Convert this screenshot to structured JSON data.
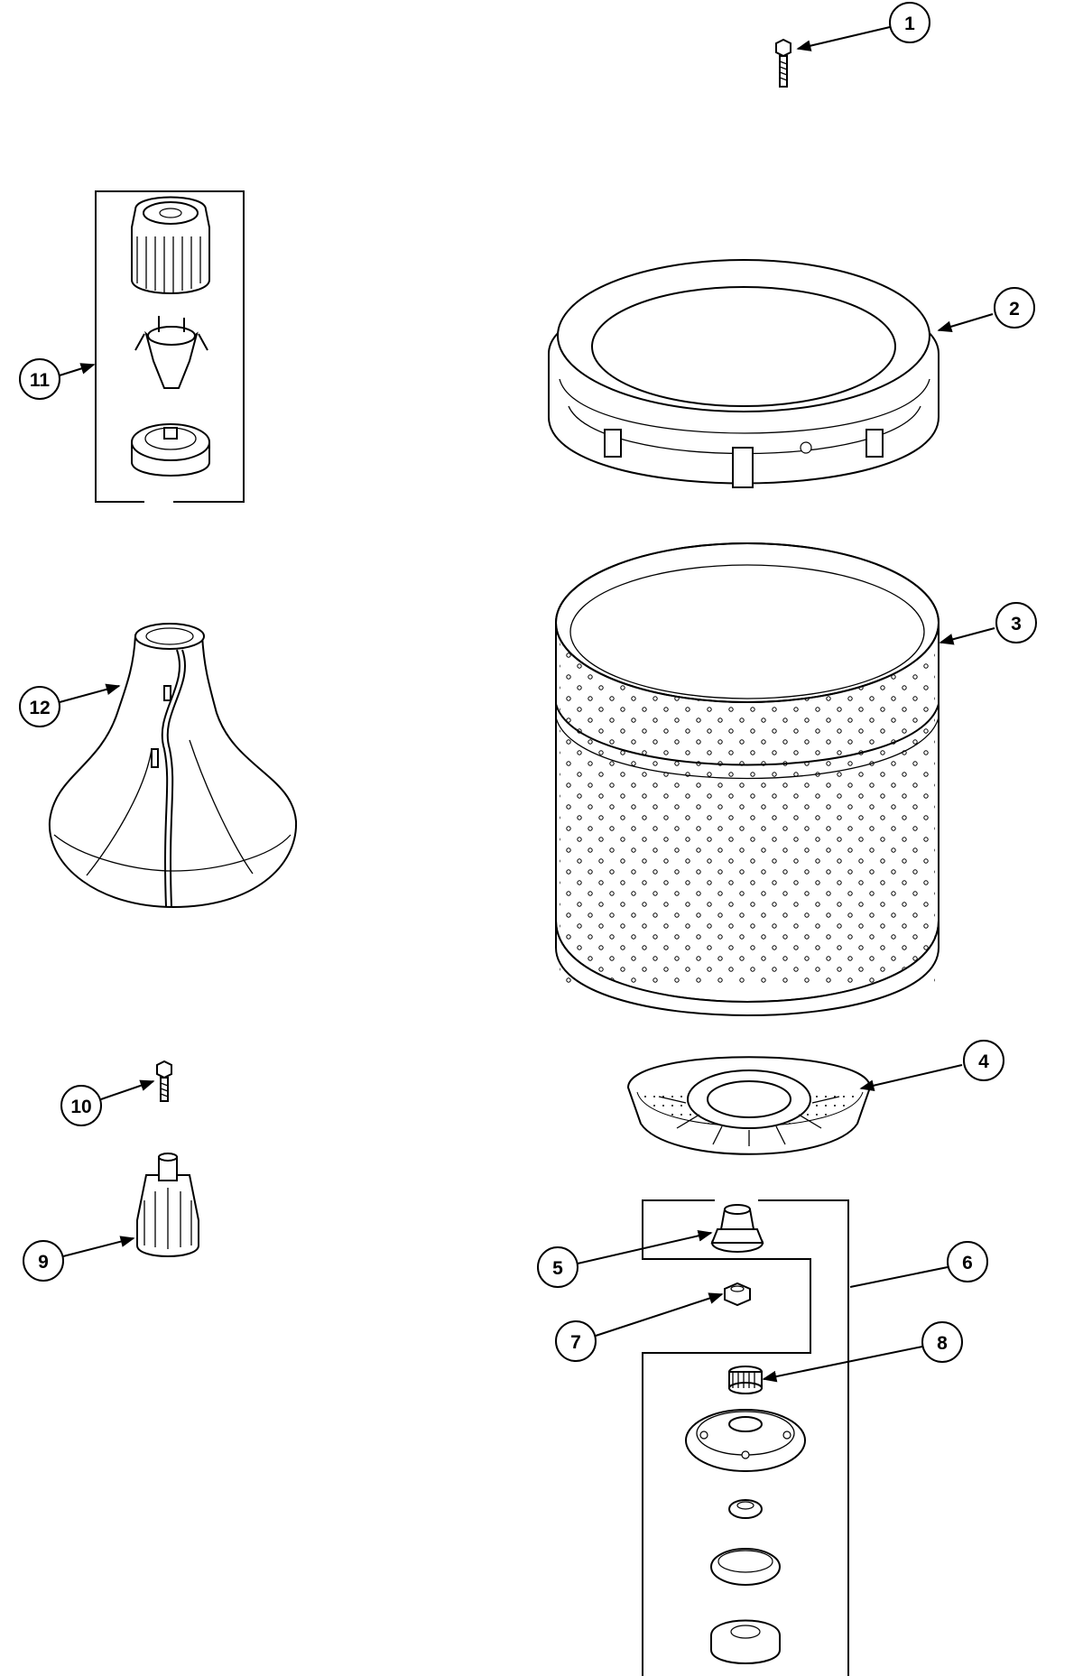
{
  "callouts": [
    {
      "id": "c1",
      "label": "1"
    },
    {
      "id": "c2",
      "label": "2"
    },
    {
      "id": "c3",
      "label": "3"
    },
    {
      "id": "c4",
      "label": "4"
    },
    {
      "id": "c5",
      "label": "5"
    },
    {
      "id": "c6",
      "label": "6"
    },
    {
      "id": "c7",
      "label": "7"
    },
    {
      "id": "c8",
      "label": "8"
    },
    {
      "id": "c9",
      "label": "9"
    },
    {
      "id": "c10",
      "label": "10"
    },
    {
      "id": "c11",
      "label": "11"
    },
    {
      "id": "c12",
      "label": "12"
    }
  ],
  "parts": [
    {
      "name": "screw",
      "icon": "screw-icon"
    },
    {
      "name": "tub-ring",
      "icon": "tub-ring-icon"
    },
    {
      "name": "spin-basket",
      "icon": "basket-icon"
    },
    {
      "name": "basket-drive-plate",
      "icon": "drive-plate-icon"
    },
    {
      "name": "hub-seal",
      "icon": "seal-icon"
    },
    {
      "name": "hub-kit",
      "icon": "hub-kit-icon"
    },
    {
      "name": "nut",
      "icon": "nut-icon"
    },
    {
      "name": "spline",
      "icon": "spline-icon"
    },
    {
      "name": "agitator-cap-assembly",
      "icon": "agitator-cap-icon"
    },
    {
      "name": "bolt",
      "icon": "bolt-icon"
    },
    {
      "name": "dispenser-assembly",
      "icon": "dispenser-icon"
    },
    {
      "name": "agitator",
      "icon": "agitator-icon"
    }
  ],
  "colors": {
    "line": "#000000",
    "background": "#ffffff"
  }
}
